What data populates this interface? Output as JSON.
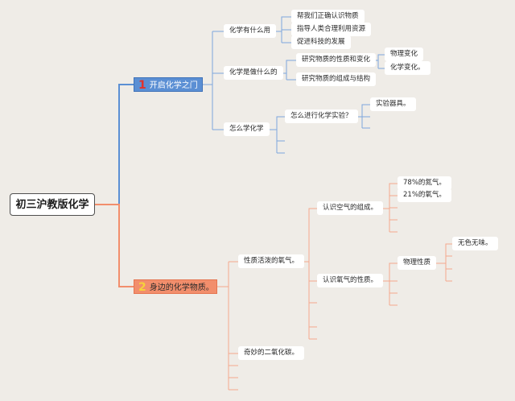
{
  "root": "初三沪教版化学",
  "branch1": {
    "number": "1",
    "title": "开启化学之门",
    "color": "#5b8fd4",
    "children": [
      {
        "label": "化学有什么用",
        "children": [
          "帮我们正确认识物质",
          "指导人类合理利用资源",
          "促进科技的发展"
        ]
      },
      {
        "label": "化学是做什么的",
        "children": [
          "研究物质的性质和变化",
          "研究物质的组成与结构"
        ],
        "grandchildren": [
          "物理变化",
          "化学变化。"
        ]
      },
      {
        "label": "怎么学化学",
        "children": [
          "怎么进行化学实验？"
        ],
        "grandchildren": [
          "实验器具。"
        ]
      }
    ]
  },
  "branch2": {
    "number": "2",
    "title": "身边的化学物质。",
    "color": "#f28e6c",
    "children": [
      {
        "label": "性质活泼的氧气。",
        "children": [
          "认识空气的组成。",
          "认识氧气的性质。"
        ],
        "air_parts": [
          "78%的氮气。",
          "21%的氧气。"
        ],
        "oxygen_props": [
          "物理性质"
        ],
        "physical": [
          "无色无味。"
        ]
      },
      {
        "label": "奇妙的二氧化碳。"
      }
    ]
  }
}
